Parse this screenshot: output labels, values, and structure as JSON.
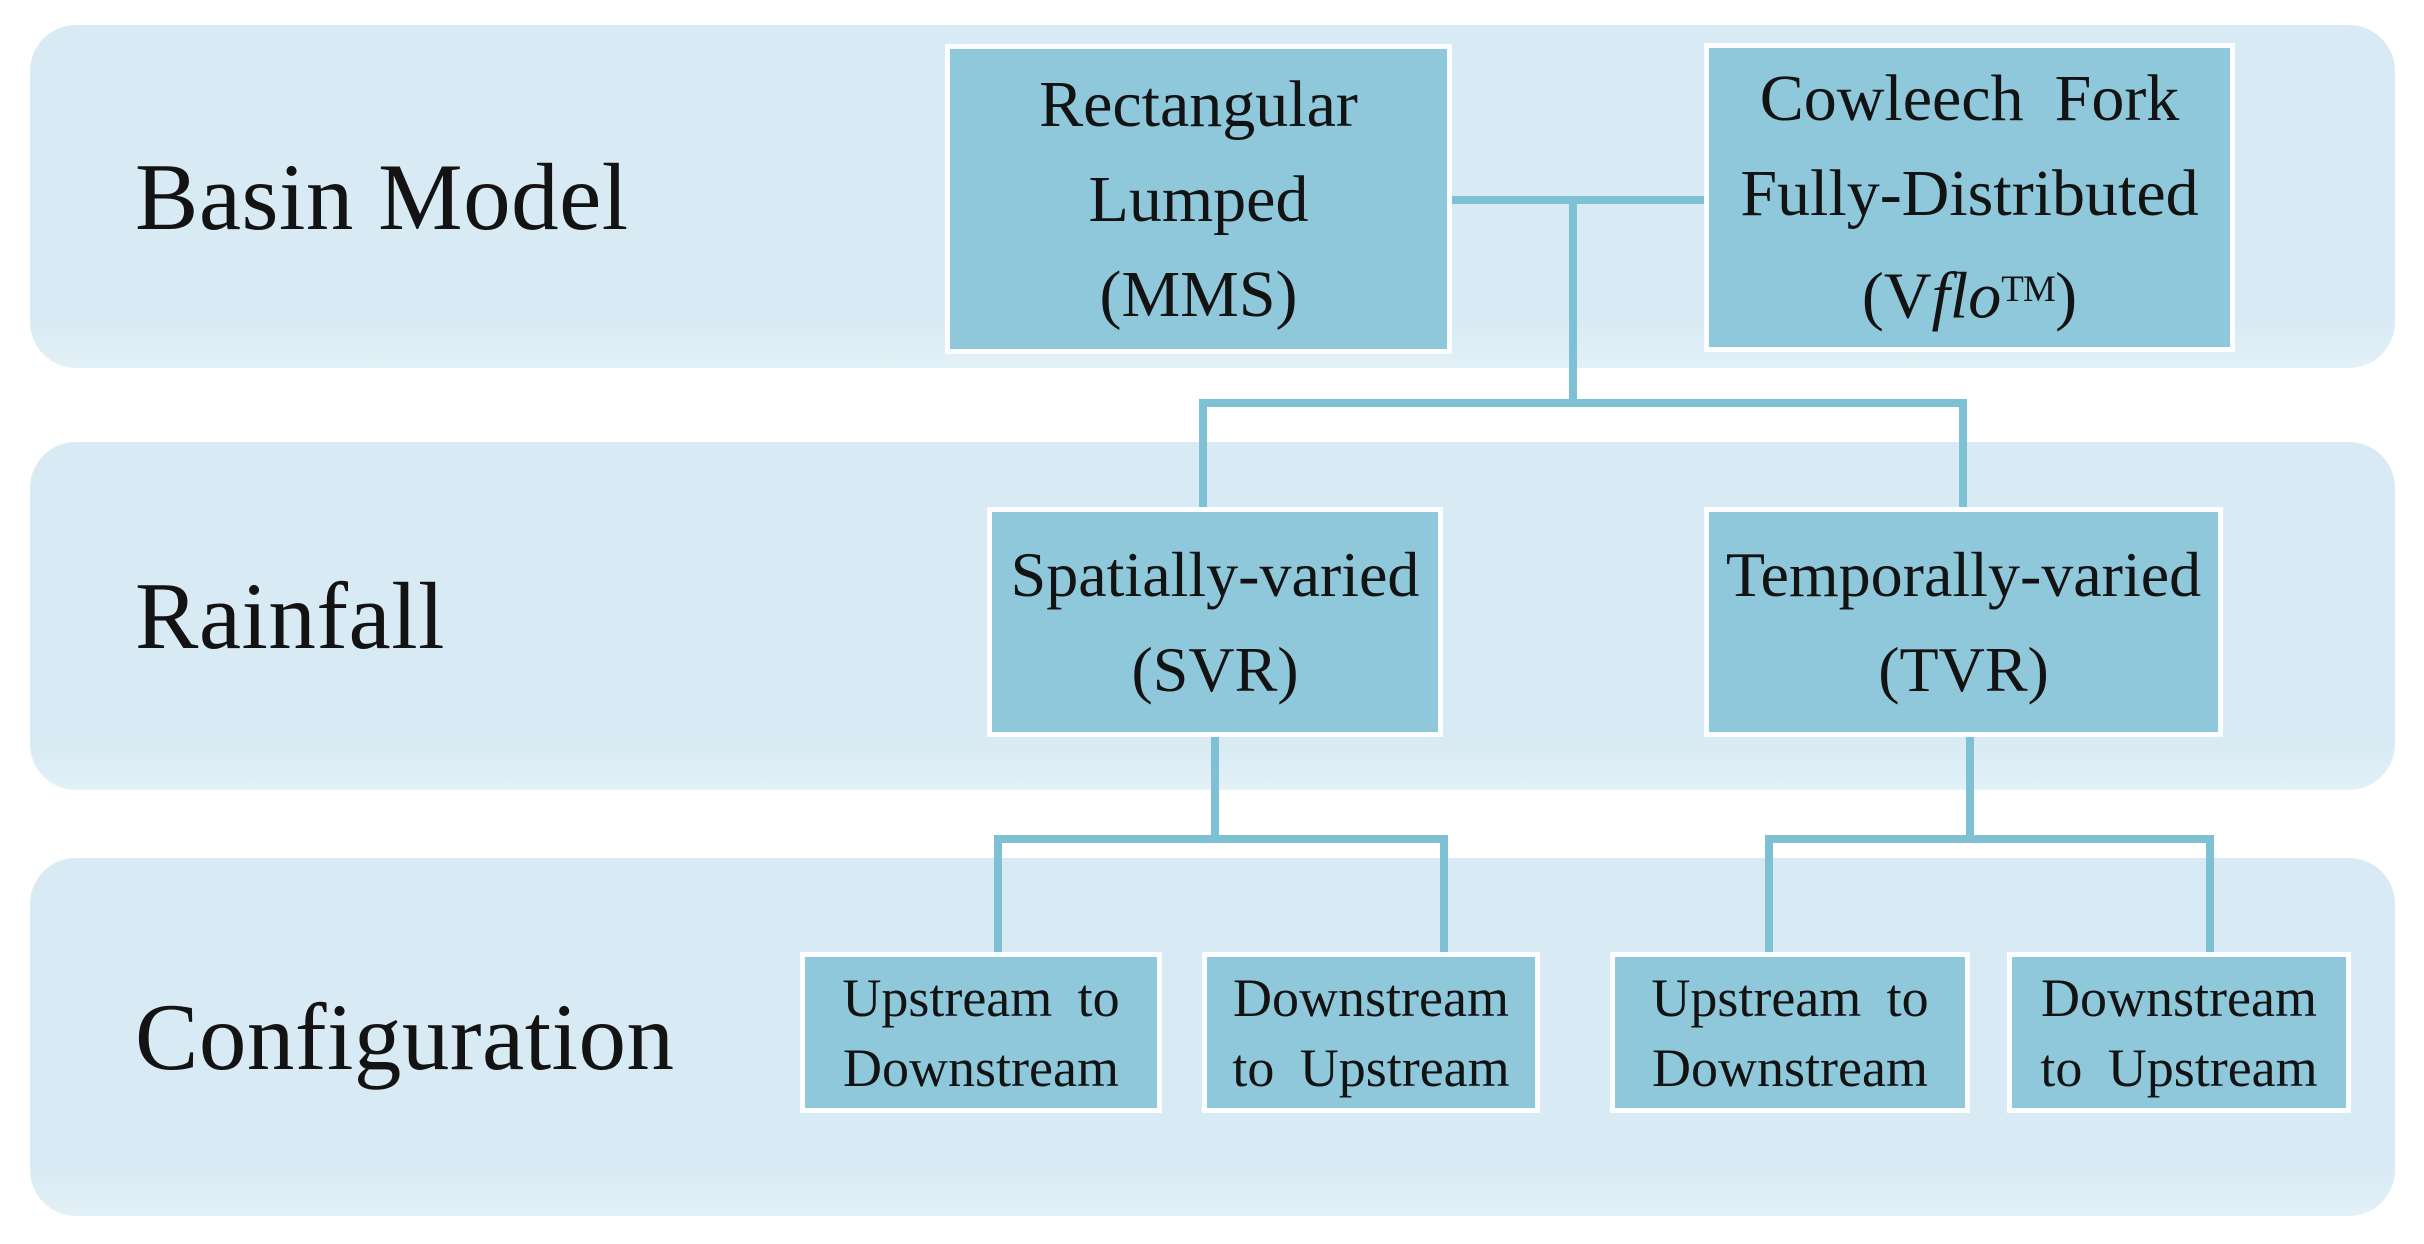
{
  "bands": [
    {
      "label": "Basin Model"
    },
    {
      "label": "Rainfall"
    },
    {
      "label": "Configuration"
    }
  ],
  "boxes": {
    "basin_left": {
      "lines": [
        "Rectangular",
        "Lumped",
        "(MMS)"
      ]
    },
    "basin_right": {
      "lines": [
        "Cowleech Fork",
        "Fully-Distributed"
      ],
      "vflo": {
        "open": "(V",
        "italic": "flo",
        "sup": "TM",
        "close": ")"
      }
    },
    "rain_left": {
      "lines": [
        "Spatially-varied",
        "(SVR)"
      ]
    },
    "rain_right": {
      "lines": [
        "Temporally-varied",
        "(TVR)"
      ]
    },
    "config_1": {
      "lines": [
        "Upstream to",
        "Downstream"
      ]
    },
    "config_2": {
      "lines": [
        "Downstream",
        "to Upstream"
      ]
    },
    "config_3": {
      "lines": [
        "Upstream to",
        "Downstream"
      ]
    },
    "config_4": {
      "lines": [
        "Downstream",
        "to Upstream"
      ]
    }
  },
  "colors": {
    "band": "#d8eaf3",
    "box_fill": "#8ec8da",
    "connector_line": "#7ec0d4",
    "box_border": "#fbfdfe",
    "text": "#131313"
  }
}
